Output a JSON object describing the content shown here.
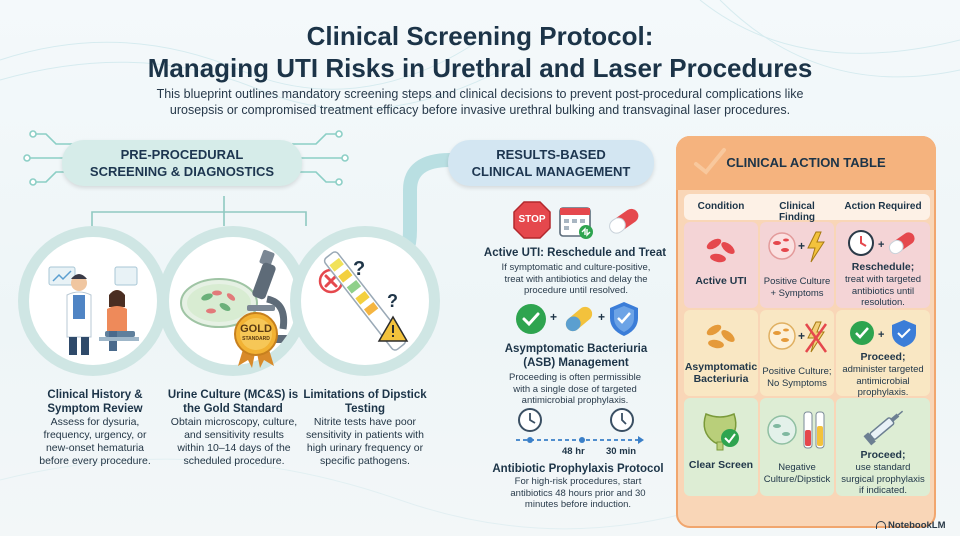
{
  "header": {
    "title_line1": "Clinical Screening Protocol:",
    "title_line2": "Managing UTI Risks in Urethral and Laser Procedures",
    "subtitle": "This blueprint outlines mandatory screening steps and clinical decisions to prevent post-procedural complications like urosepsis or compromised treatment efficacy before invasive urethral bulking and transvaginal laser procedures."
  },
  "screening": {
    "pill_line1": "PRE-PROCEDURAL",
    "pill_line2": "SCREENING & DIAGNOSTICS",
    "items": [
      {
        "title": "Clinical History & Symptom Review",
        "text": "Assess for dysuria, frequency, urgency, or new-onset hematuria before every procedure.",
        "icon": "doctor-patient-icon"
      },
      {
        "title": "Urine Culture (MC&S) is the Gold Standard",
        "text": "Obtain microscopy, culture, and sensitivity results within 10–14 days of the scheduled procedure.",
        "icon": "microscope-icon",
        "badge_top": "GOLD",
        "badge_bottom": "STANDARD"
      },
      {
        "title": "Limitations of Dipstick Testing",
        "text": "Nitrite tests have poor sensitivity in patients with high urinary frequency or specific pathogens.",
        "icon": "dipstick-icon"
      }
    ]
  },
  "management": {
    "pill_line1": "RESULTS-BASED",
    "pill_line2": "CLINICAL MANAGEMENT",
    "stop_label": "STOP",
    "items": [
      {
        "title": "Active UTI: Reschedule and Treat",
        "text": "If symptomatic and culture-positive, treat with antibiotics and delay the procedure until resolved."
      },
      {
        "title": "Asymptomatic Bacteriuria (ASB) Management",
        "text": "Proceeding is often permissible with a single dose of targeted antimicrobial prophylaxis."
      },
      {
        "title": "Antibiotic Prophylaxis Protocol",
        "text": "For high-risk procedures, start antibiotics 48 hours prior and 30 minutes before induction."
      }
    ],
    "timeline": {
      "label1": "48 hr",
      "label2": "30 min"
    }
  },
  "action_table": {
    "title": "CLINICAL ACTION TABLE",
    "columns": [
      "Condition",
      "Clinical Finding",
      "Action Required"
    ],
    "rows": [
      {
        "condition": "Active UTI",
        "finding": "Positive Culture + Symptoms",
        "action_title": "Reschedule;",
        "action_text": "treat with targeted antibiotics until resolution."
      },
      {
        "condition": "Asymptomatic Bacteriuria",
        "finding": "Positive Culture; No Symptoms",
        "action_title": "Proceed;",
        "action_text": "administer targeted antimicrobial prophylaxis."
      },
      {
        "condition": "Clear Screen",
        "finding": "Negative Culture/Dipstick",
        "action_title": "Proceed;",
        "action_text": "use standard surgical prophylaxis if indicated."
      }
    ]
  },
  "footer": {
    "brand": "NotebookLM"
  },
  "colors": {
    "teal_pill": "#d6ece9",
    "blue_pill": "#d3e6f2",
    "orange_panel": "#f9d6b7",
    "orange_header": "#f5b37e",
    "red_icon": "#e5484d",
    "green_check": "#2ea44f",
    "shield_blue": "#3b7dd8"
  }
}
